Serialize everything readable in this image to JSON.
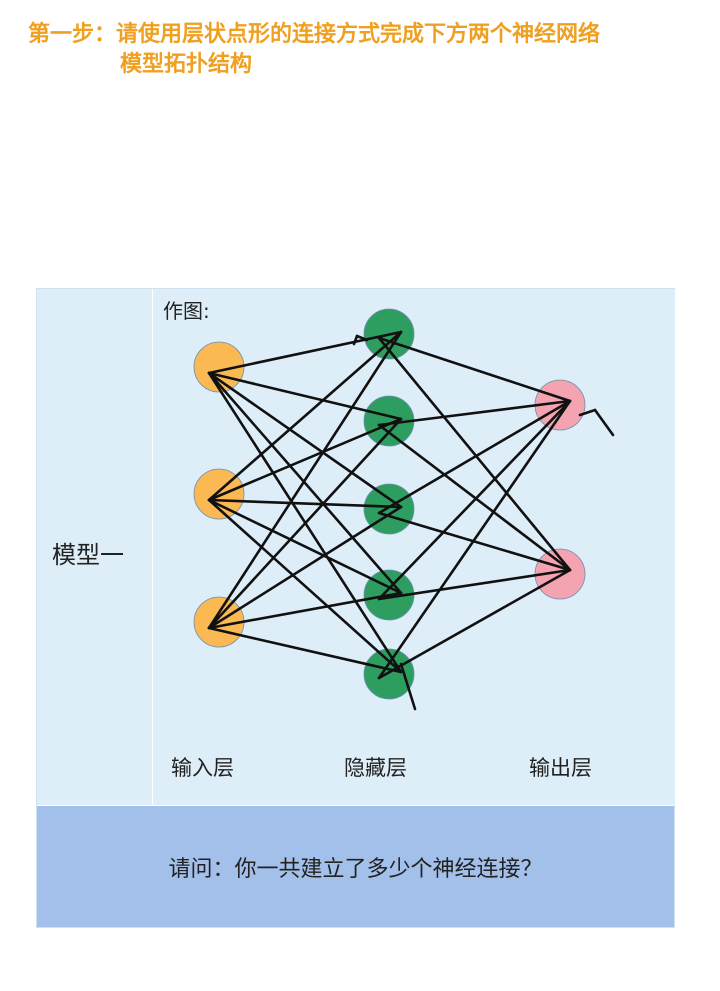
{
  "heading": {
    "line1": "第一步：请使用层状点形的连接方式完成下方两个神经网络",
    "line2": "模型拓扑结构"
  },
  "model_label": "模型一",
  "drawing_label": "作图:",
  "layers": {
    "input_label": "输入层",
    "hidden_label": "隐藏层",
    "output_label": "输出层"
  },
  "question": "请问：你一共建立了多少个神经连接？",
  "colors": {
    "input_node": "#fbb954",
    "hidden_node": "#2e9e60",
    "output_node": "#f3a4b0",
    "line": "#111111",
    "cell_bg": "#deeef9",
    "question_bg": "#a3c0ea",
    "heading": "#f0a020"
  },
  "network": {
    "input_count": 3,
    "hidden_count": 5,
    "output_count": 2
  }
}
